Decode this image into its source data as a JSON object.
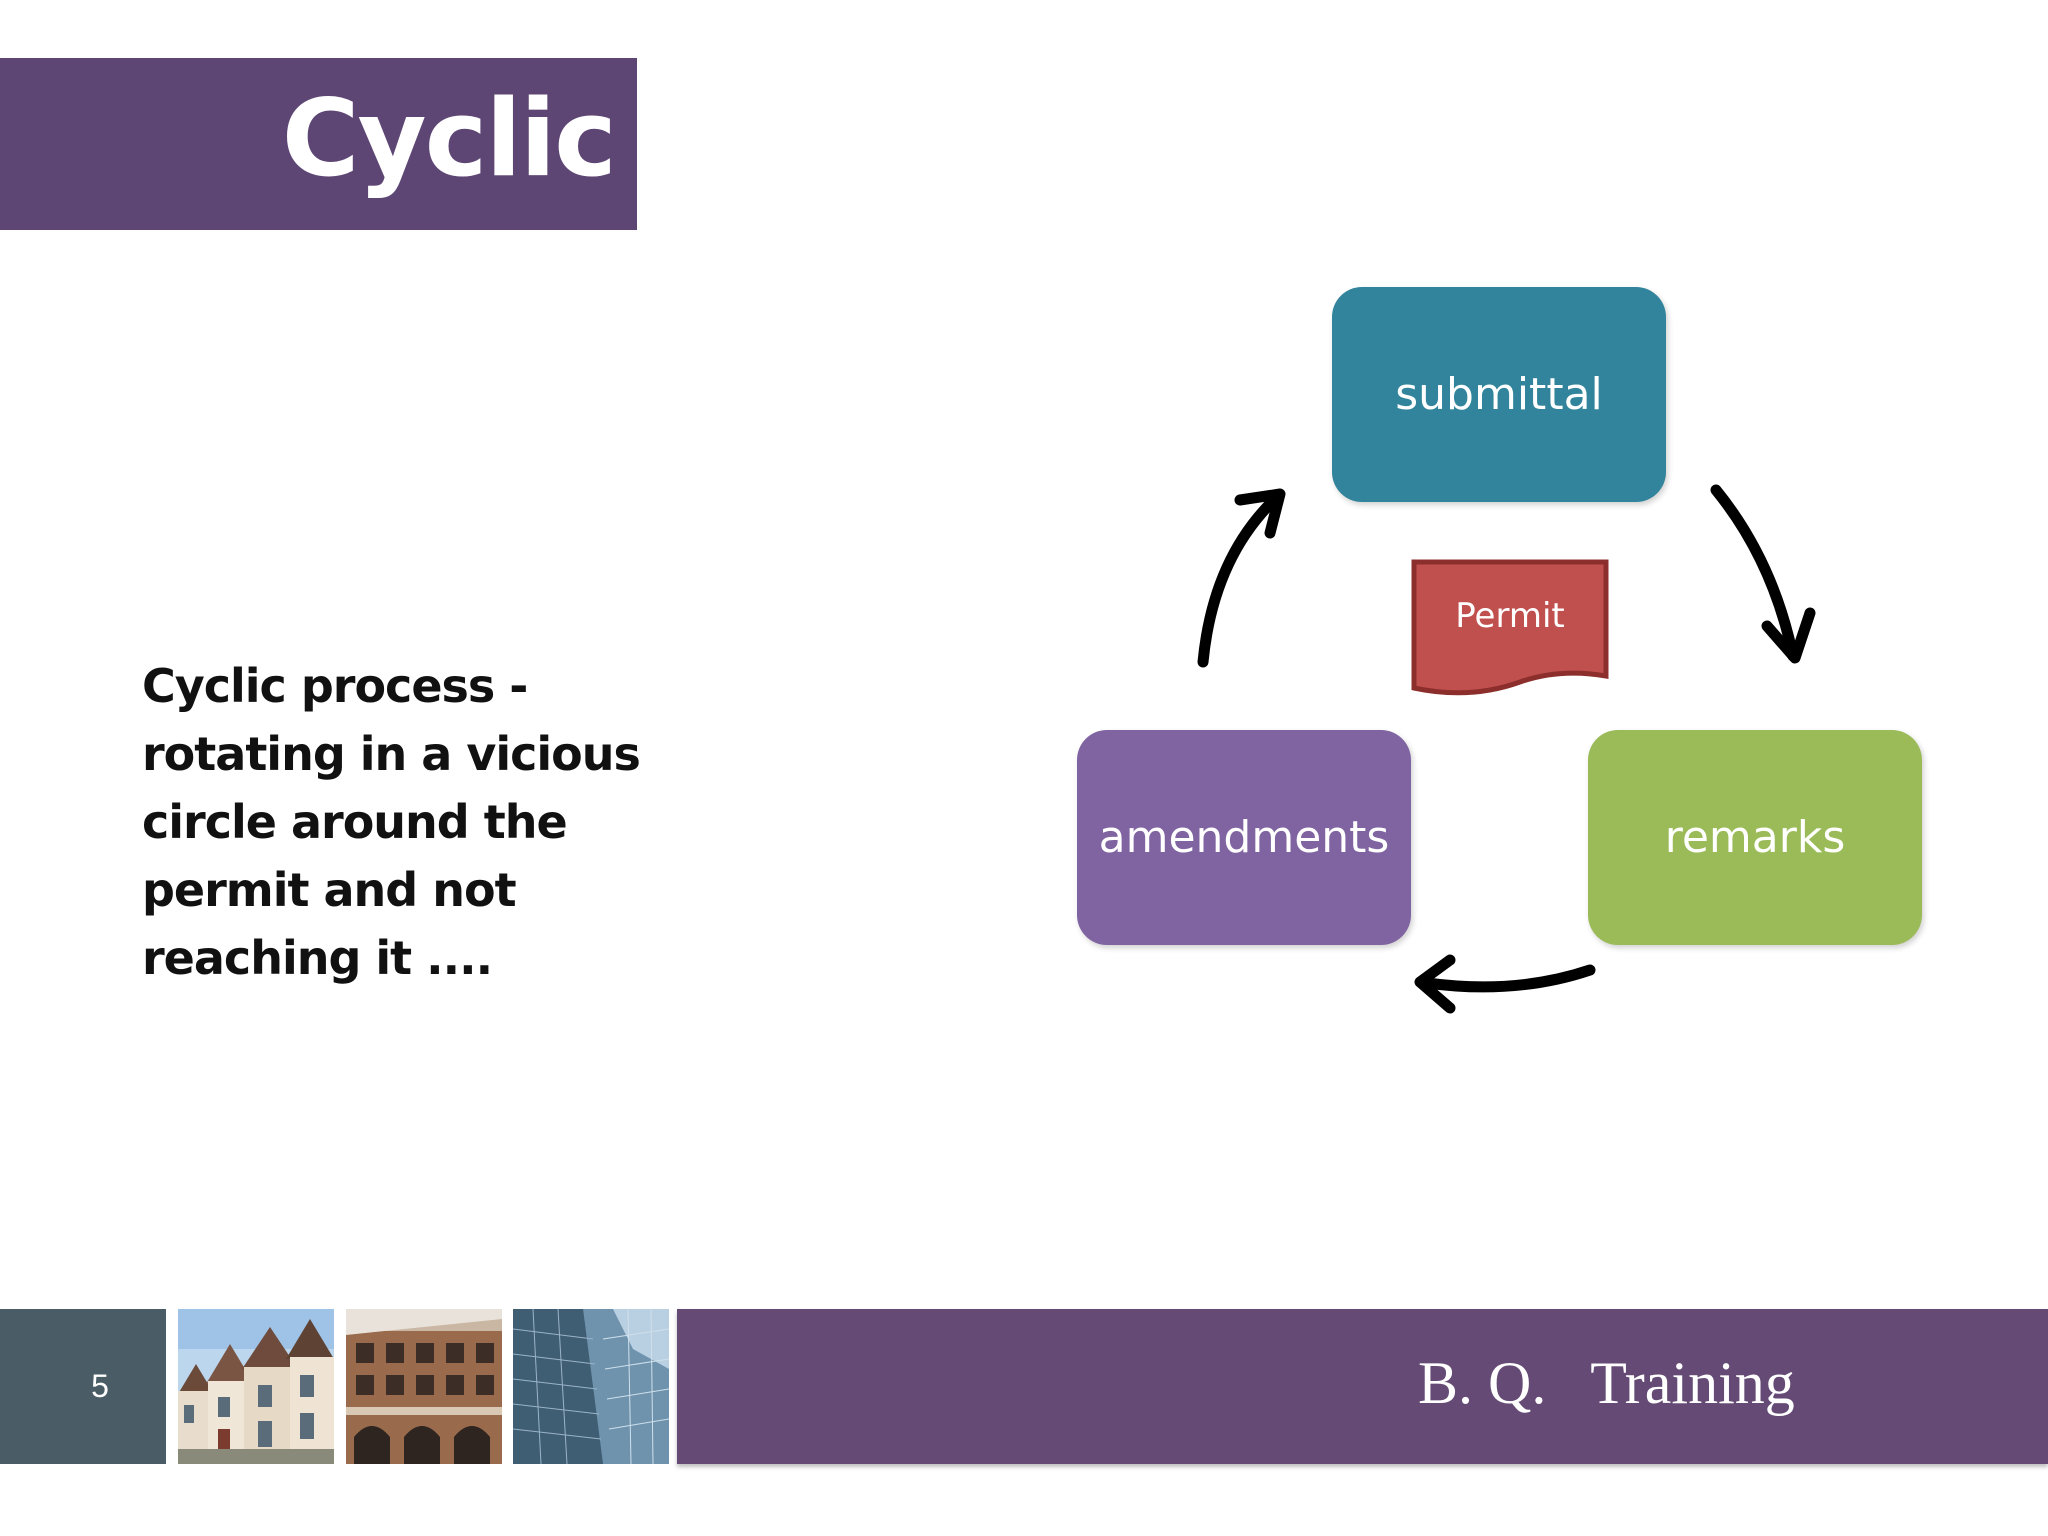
{
  "title": "Cyclic",
  "body": {
    "lines": [
      "Cyclic process -",
      "rotating in a vicious",
      "circle around the",
      "permit and not",
      "reaching it ...."
    ]
  },
  "diagram": {
    "nodes": {
      "submittal": "submittal",
      "remarks": "remarks",
      "amendments": "amendments"
    },
    "center": "Permit",
    "colors": {
      "submittal": "#31849b",
      "remarks": "#9bbb59",
      "amendments": "#8064a2",
      "permit": "#c0504d"
    }
  },
  "footer": {
    "slide_number": "5",
    "brand": "B. Q.   Training",
    "colors": {
      "band": "#644a74",
      "number_box": "#4a5c66"
    }
  }
}
